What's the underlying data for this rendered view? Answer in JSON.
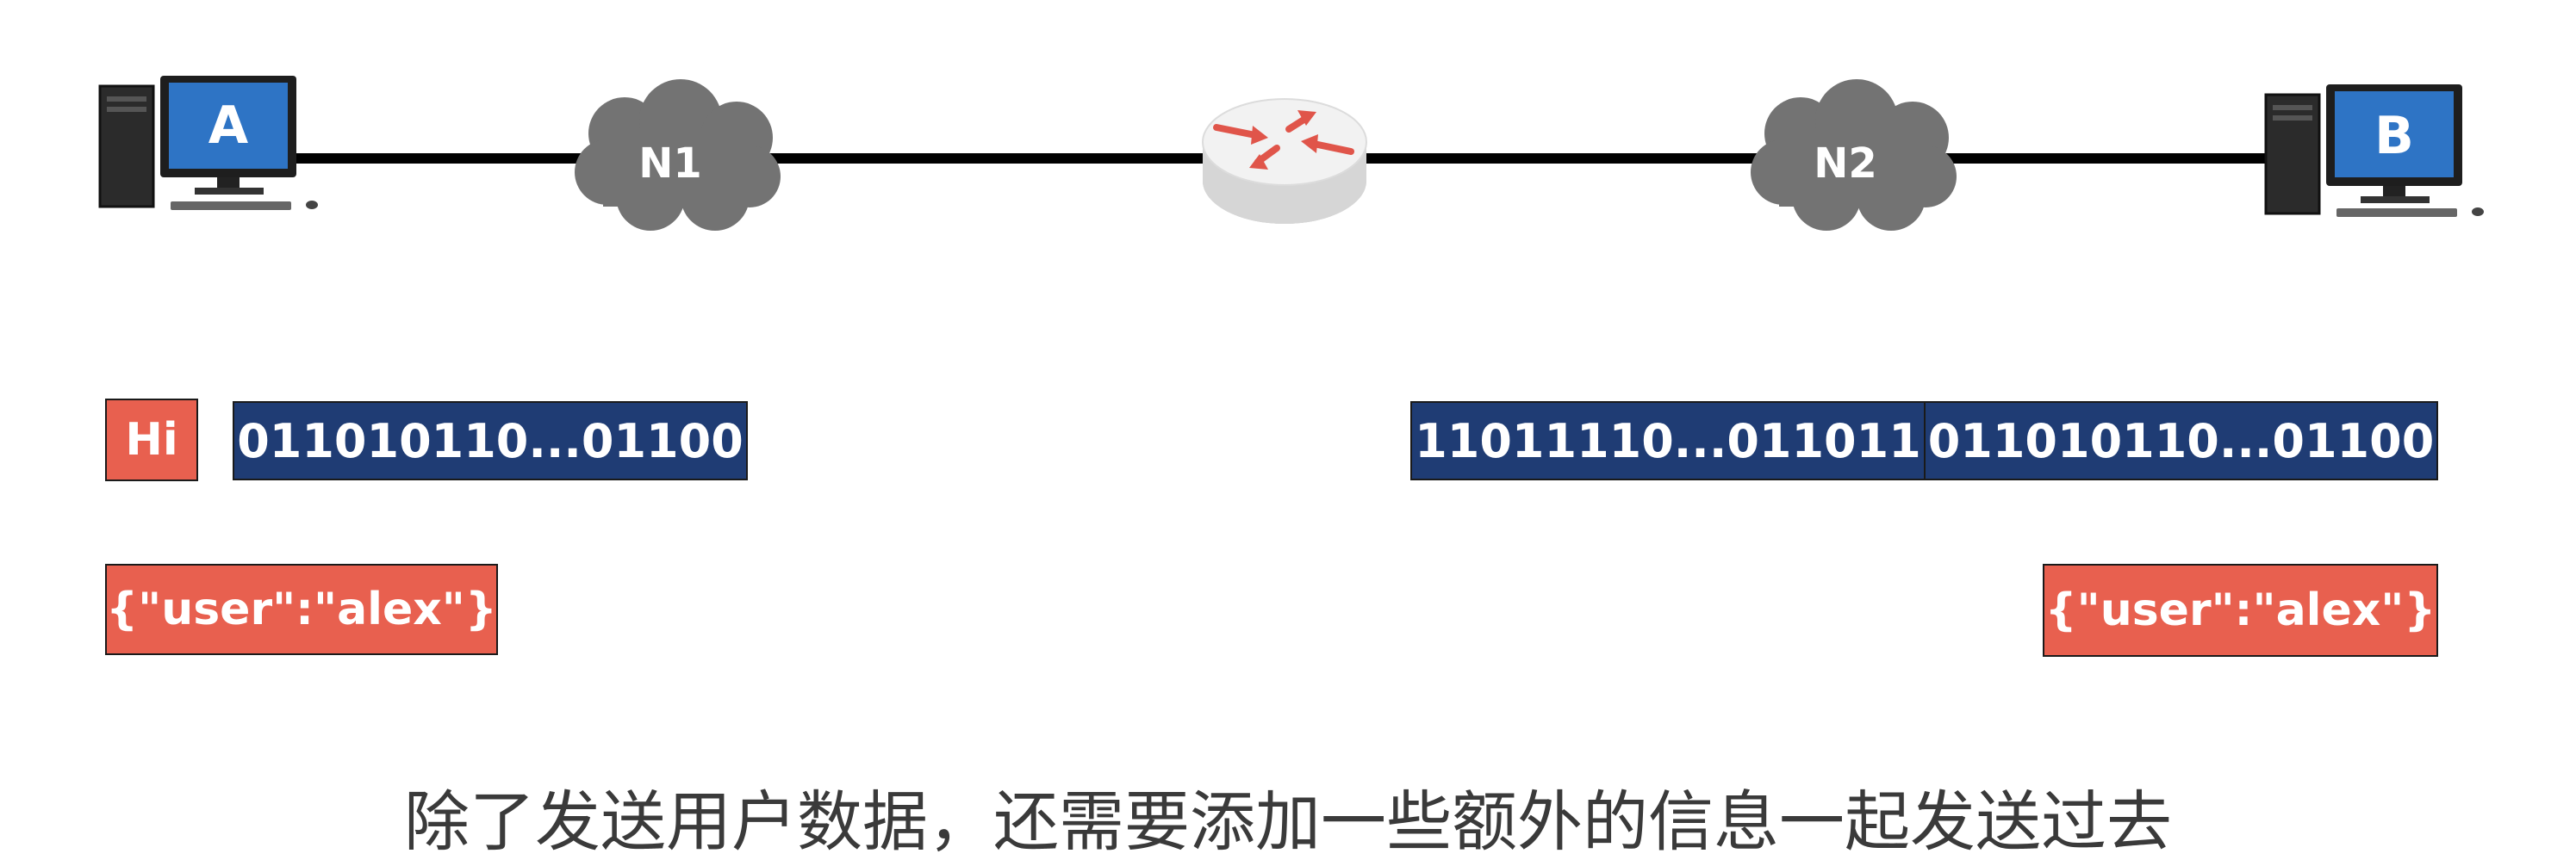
{
  "nodes": {
    "host_a": {
      "label": "A"
    },
    "network_1": {
      "label": "N1"
    },
    "network_2": {
      "label": "N2"
    },
    "host_b": {
      "label": "B"
    }
  },
  "sender": {
    "message": "Hi",
    "message_bits": "011010110...01100",
    "json": "{\"user\":\"alex\"}"
  },
  "receiver": {
    "header_bits": "11011110...011011",
    "payload_bits": "011010110...01100",
    "json": "{\"user\":\"alex\"}"
  },
  "caption": "除了发送用户数据，还需要添加一些额外的信息一起发送过去",
  "colors": {
    "red": "#e8604f",
    "blue": "#1f3c74",
    "cloud": "#737373",
    "monitor": "#2e74c5",
    "line": "#000000"
  },
  "icons": [
    "computer-icon",
    "cloud-icon",
    "router-icon"
  ]
}
